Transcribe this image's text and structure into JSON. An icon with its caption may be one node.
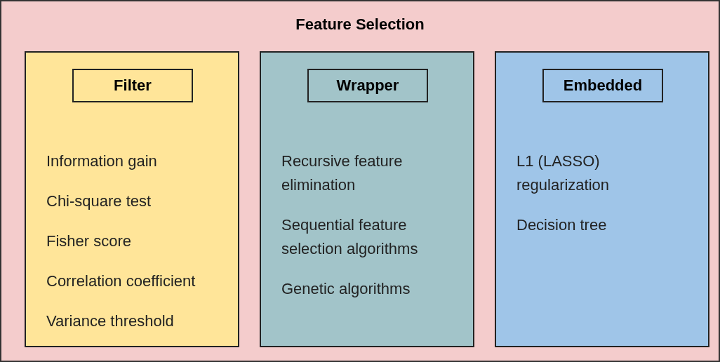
{
  "diagram": {
    "nodes": [
      {
        "text": [
          "Feature Selection"
        ]
      },
      {
        "text": [
          "Information gain",
          "Chi-square test",
          "Fisher score",
          "Correlation coefficient",
          "Variance threshold"
        ],
        "in": 0
      },
      {
        "text": [
          "Filter"
        ],
        "in": 1
      },
      {
        "text": [
          "Recursive feature elimination",
          "Sequential feature selection algorithms",
          "Genetic algorithms"
        ],
        "in": 0
      },
      {
        "text": [
          "Wrapper"
        ],
        "in": 3
      },
      {
        "text": [
          "L1 (LASSO) regularization",
          "Decision tree"
        ],
        "in": 0
      },
      {
        "text": [
          "Embedded"
        ],
        "in": 5
      }
    ]
  }
}
